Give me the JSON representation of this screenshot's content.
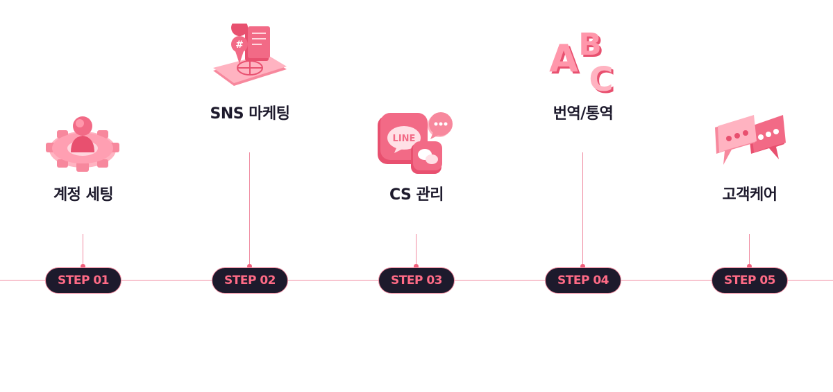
{
  "colors": {
    "accent": "#ff6b86",
    "pill_bg": "#1d1a2c",
    "line": "#f08aa0",
    "icon_main": "#f26a86",
    "icon_light": "#ffb3c1",
    "label_text": "#1d1a2c"
  },
  "steps": [
    {
      "badge": "STEP 01",
      "label": "계정 세팅",
      "icon": "user-gear-icon"
    },
    {
      "badge": "STEP 02",
      "label": "SNS 마케팅",
      "icon": "hashtag-phone-icon"
    },
    {
      "badge": "STEP 03",
      "label": "CS 관리",
      "icon": "messenger-chat-icon"
    },
    {
      "badge": "STEP 04",
      "label": "번역/통역",
      "icon": "abc-letters-icon"
    },
    {
      "badge": "STEP 05",
      "label": "고객케어",
      "icon": "speech-bubbles-icon"
    }
  ],
  "icon_text": {
    "line_logo": "LINE",
    "abc": [
      "A",
      "B",
      "C"
    ]
  }
}
